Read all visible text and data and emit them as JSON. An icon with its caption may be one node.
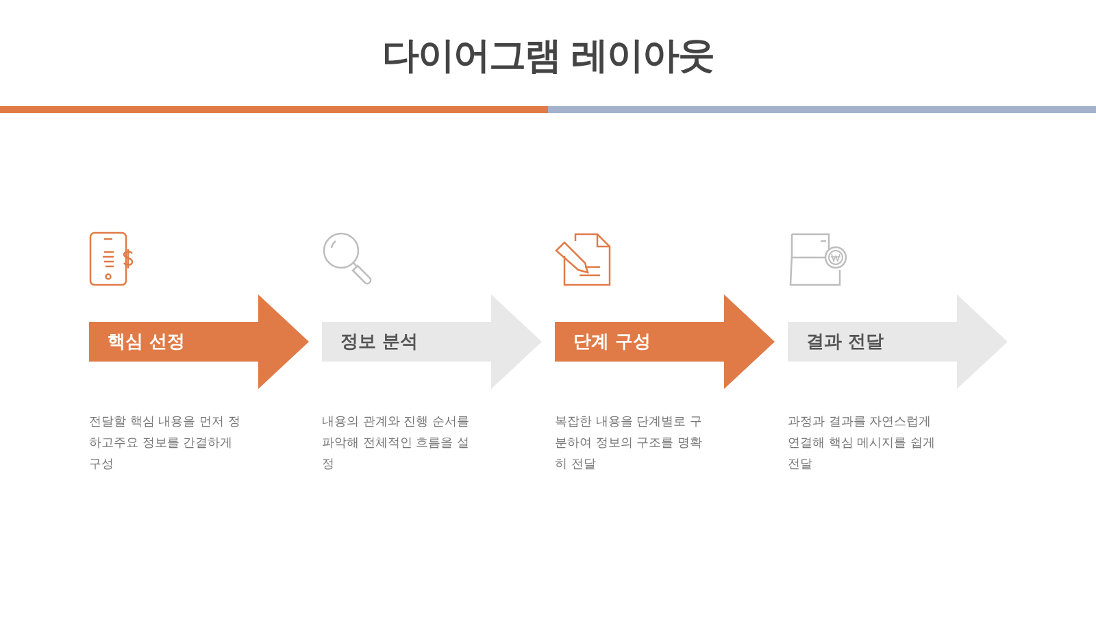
{
  "diagram": {
    "title": "다이어그램 레이아웃",
    "nodes": [
      {
        "text": [
          "핵심 선정"
        ],
        "beside": [
          "전달할 핵심 내용을 먼저 정하고주요 정보를 간결하게 구성"
        ]
      },
      {
        "text": [
          "정보 분석"
        ],
        "beside": [
          "내용의 관계와 진행 순서를 파악해 전체적인 흐름을 설정"
        ]
      },
      {
        "text": [
          "단계 구성"
        ],
        "beside": [
          "복잡한 내용을 단계별로 구분하여 정보의 구조를 명확히 전달"
        ]
      },
      {
        "text": [
          "결과 전달"
        ],
        "beside": [
          "과정과 결과를 자연스럽게 연결해 핵심 메시지를 쉽게 전달"
        ]
      }
    ]
  }
}
